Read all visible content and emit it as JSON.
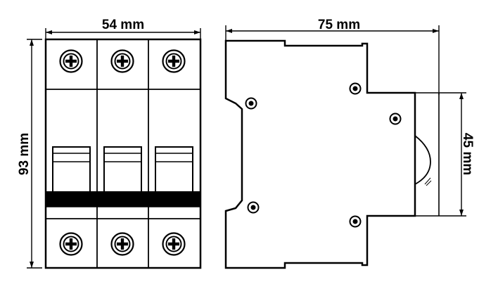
{
  "dimensions": {
    "width_front": "54 mm",
    "height_front": "93 mm",
    "depth_side": "75 mm",
    "din_rail_height": "45 mm"
  },
  "breaker": {
    "poles": 3
  },
  "colors": {
    "line": "#000000",
    "background": "#ffffff"
  }
}
